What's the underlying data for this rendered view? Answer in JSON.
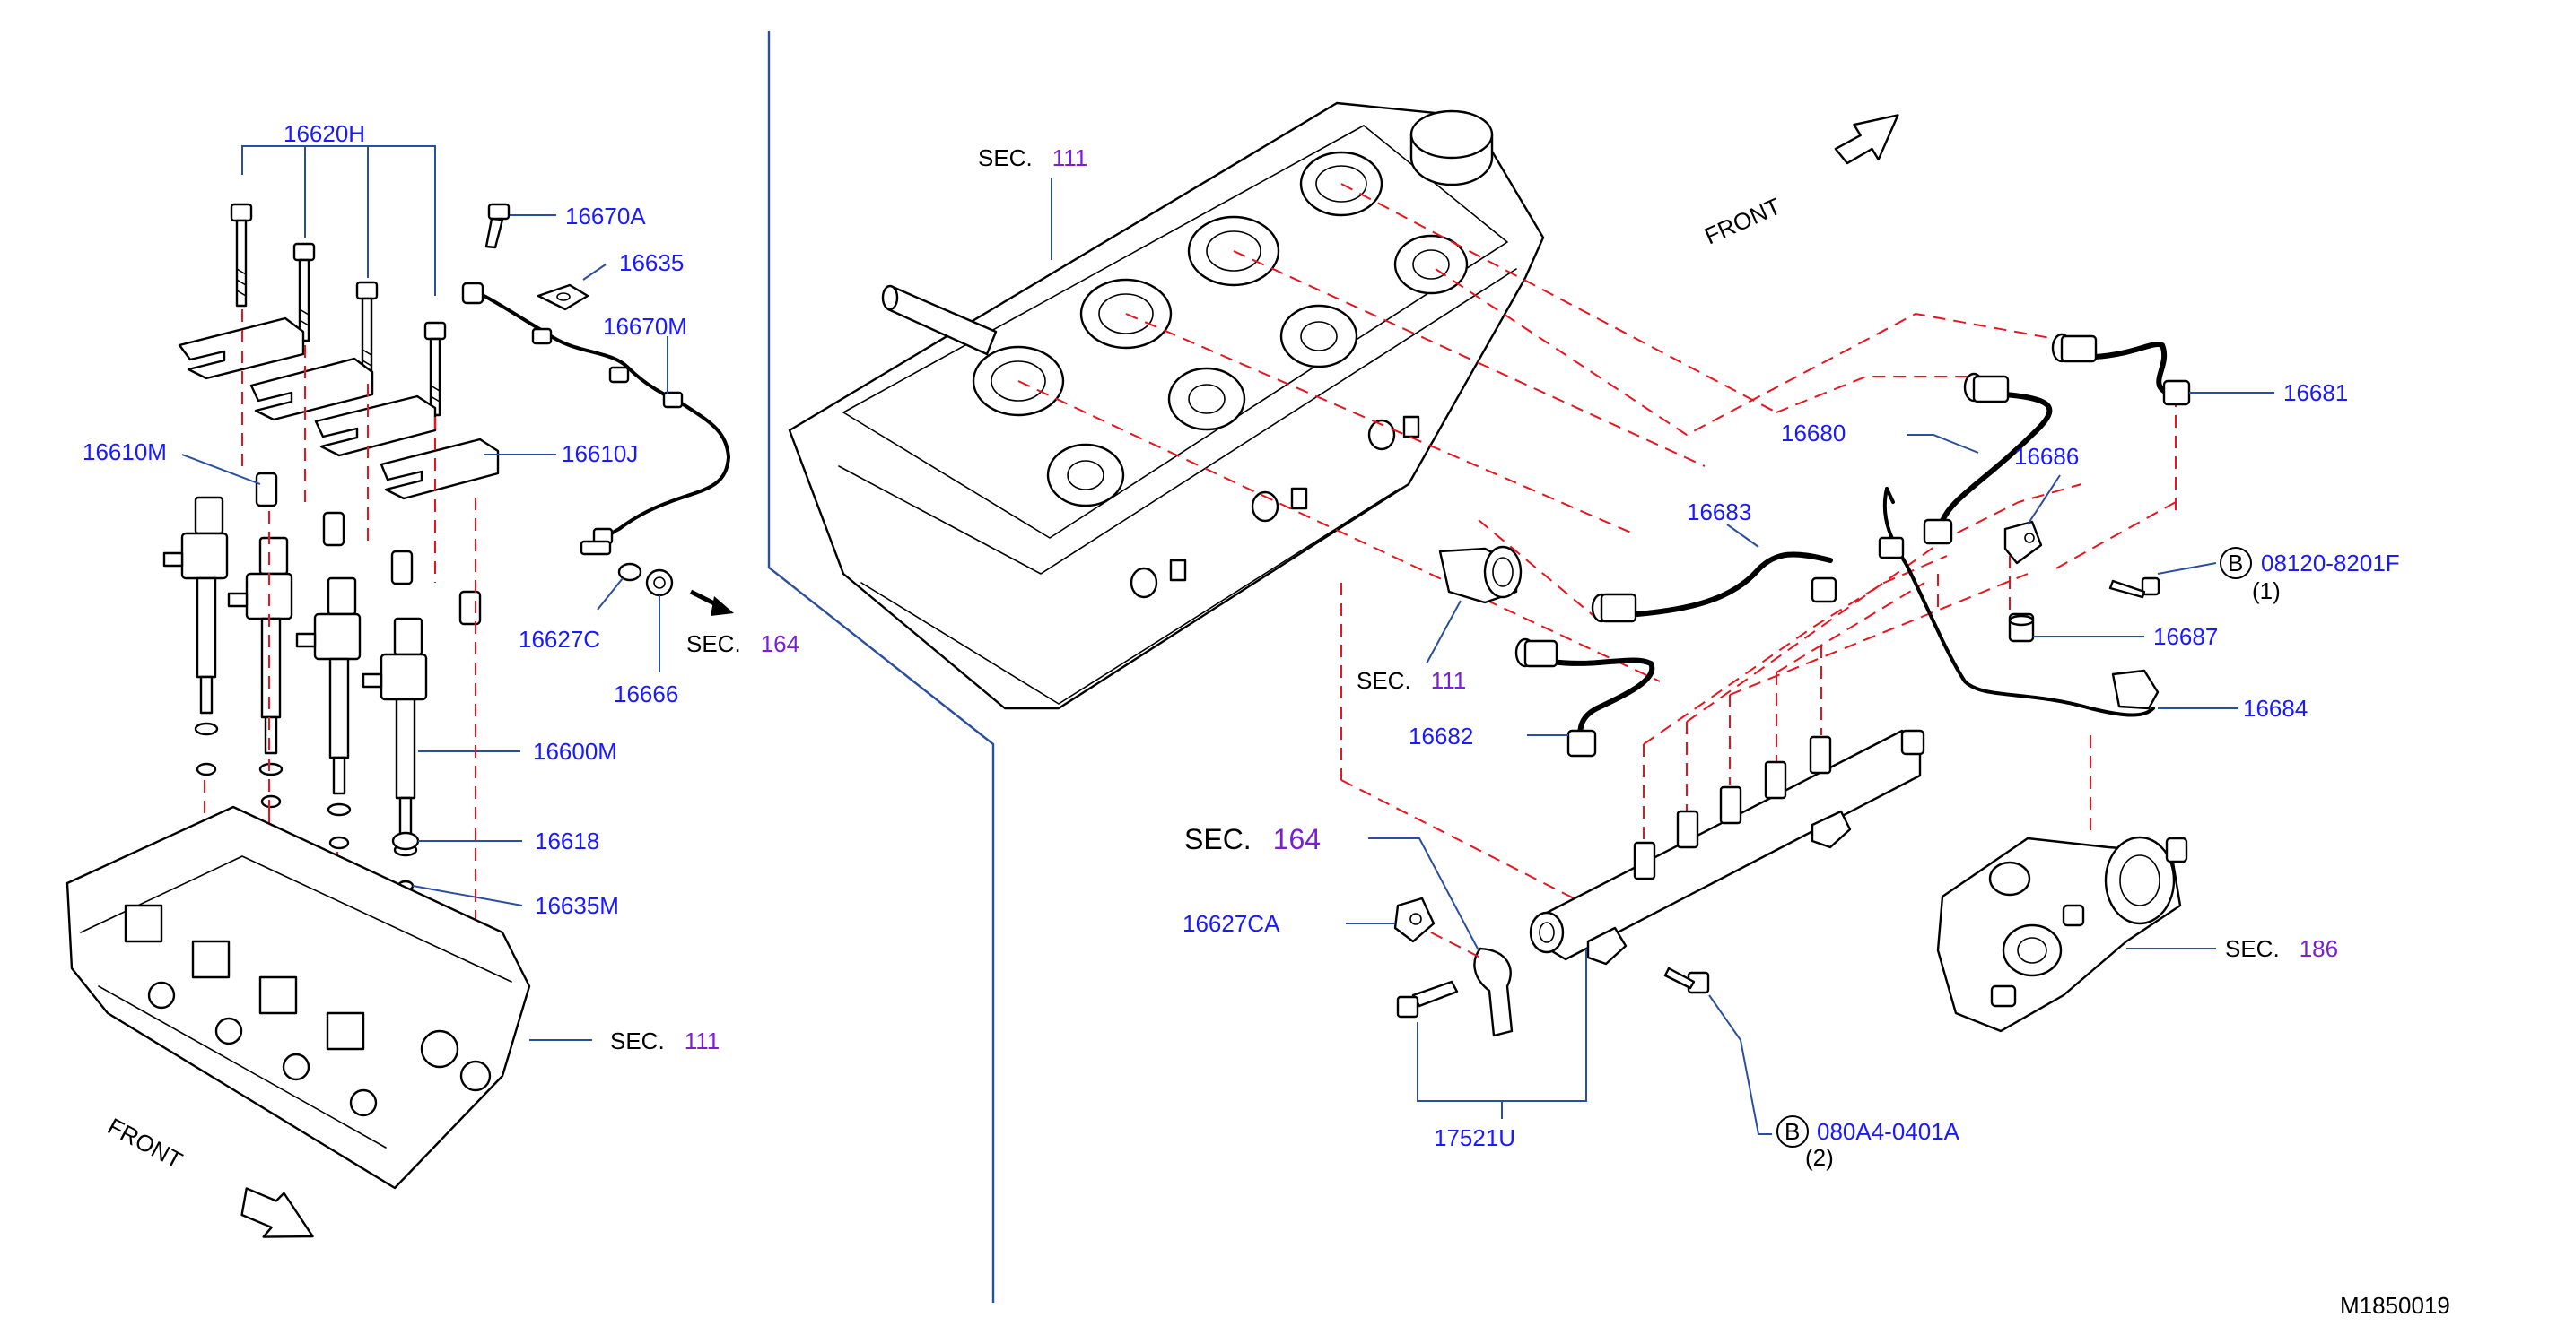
{
  "diagram_code": "M1850019",
  "front_label": "FRONT",
  "sec_prefix": "SEC.",
  "sec_refs": {
    "head_cover": "111",
    "left_harness": "164",
    "left_head": "111",
    "grommet": "111",
    "rail_harness": "164",
    "pump": "186"
  },
  "parts": {
    "p16620H": "16620H",
    "p16670A": "16670A",
    "p16635": "16635",
    "p16670M": "16670M",
    "p16610M": "16610M",
    "p16610J": "16610J",
    "p16627C": "16627C",
    "p16666": "16666",
    "p16600M": "16600M",
    "p16618": "16618",
    "p16635M": "16635M",
    "p16681": "16681",
    "p16680": "16680",
    "p16686": "16686",
    "p16683": "16683",
    "p16687": "16687",
    "p16684": "16684",
    "p16682": "16682",
    "p16627CA": "16627CA",
    "p17521U": "17521U"
  },
  "bolts": [
    {
      "marker": "B",
      "part": "08120-8201F",
      "qty": "(1)"
    },
    {
      "marker": "B",
      "part": "080A4-0401A",
      "qty": "(2)"
    }
  ]
}
